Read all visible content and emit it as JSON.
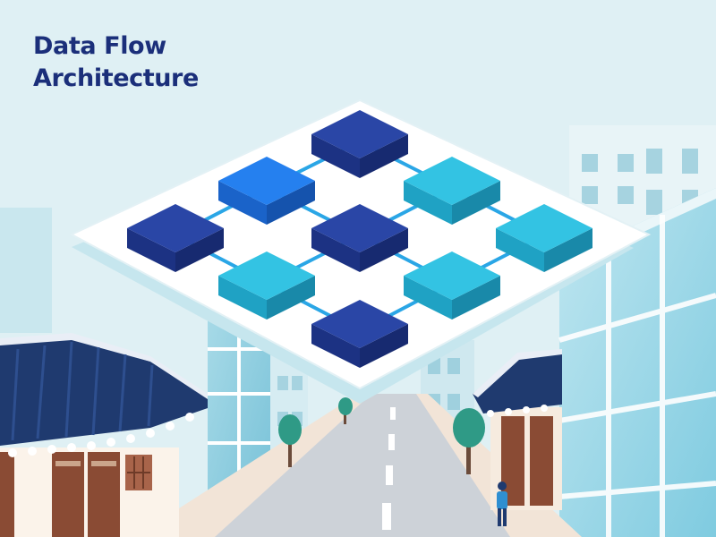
{
  "title": {
    "line1": "Data Flow",
    "line2": "Architecture"
  },
  "colors": {
    "sky": "#dff0f4",
    "navy_block": "#1f3a8f",
    "blue_block": "#1d6fe0",
    "cyan_block": "#26b3d6",
    "connector": "#2aa6e6",
    "title_text": "#1b2f7a",
    "platform": "#ffffff",
    "road": "#cfd3d8",
    "tree": "#2f9a86",
    "roof": "#1f3a6f"
  },
  "diagram": {
    "nodes": [
      {
        "id": "n1",
        "color": "navy"
      },
      {
        "id": "n2",
        "color": "blue"
      },
      {
        "id": "n3",
        "color": "cyan"
      },
      {
        "id": "n4",
        "color": "navy"
      },
      {
        "id": "n5",
        "color": "navy"
      },
      {
        "id": "n6",
        "color": "cyan"
      },
      {
        "id": "n7",
        "color": "cyan"
      },
      {
        "id": "n8",
        "color": "cyan"
      },
      {
        "id": "n9",
        "color": "navy"
      }
    ],
    "edges": [
      [
        "n1",
        "n2"
      ],
      [
        "n1",
        "n3"
      ],
      [
        "n2",
        "n4"
      ],
      [
        "n2",
        "n5"
      ],
      [
        "n3",
        "n5"
      ],
      [
        "n3",
        "n6"
      ],
      [
        "n4",
        "n7"
      ],
      [
        "n5",
        "n7"
      ],
      [
        "n5",
        "n8"
      ],
      [
        "n6",
        "n8"
      ],
      [
        "n7",
        "n9"
      ],
      [
        "n8",
        "n9"
      ]
    ]
  }
}
